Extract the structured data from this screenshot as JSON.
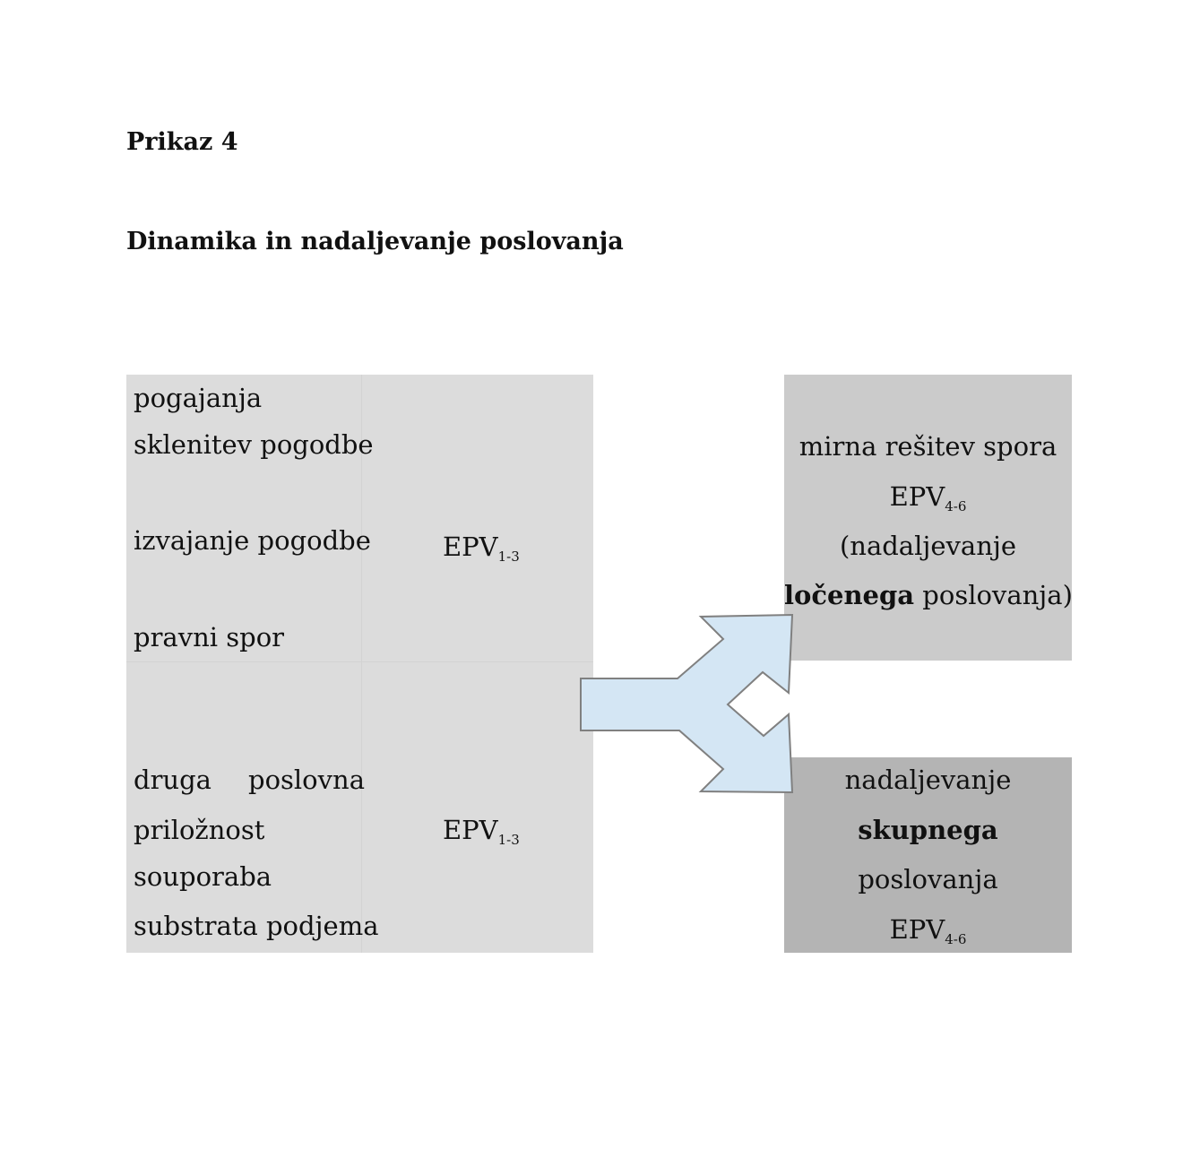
{
  "figure": {
    "label": "Prikaz 4",
    "title": "Dinamika in nadaljevanje poslovanja"
  },
  "left_table": {
    "upper": {
      "lines": [
        "pogajanja",
        "sklenitev pogodbe",
        "izvajanje pogodbe",
        "pravni spor"
      ],
      "epv_base": "EPV",
      "epv_sub": "1-3"
    },
    "lower": {
      "line1_word1": "druga",
      "line1_word2": "poslovna",
      "lines": [
        "priložnost",
        "souporaba",
        "substrata podjema"
      ],
      "epv_base": "EPV",
      "epv_sub": "1-3"
    }
  },
  "outcome_top": {
    "line1": "mirna rešitev spora",
    "epv_base": "EPV",
    "epv_sub": "4-6",
    "line3": "(nadaljevanje",
    "line4_bold": "ločenega",
    "line4_rest": " poslovanja)"
  },
  "outcome_bottom": {
    "line1": "nadaljevanje",
    "line2_bold": "skupnega",
    "line3": "poslovanja",
    "epv_base": "EPV",
    "epv_sub": "4-6"
  },
  "colors": {
    "left_table_bg": "#dcdcdc",
    "top_box_bg": "#cbcbcb",
    "bottom_box_bg": "#b4b4b4",
    "arrow_fill": "#d4e6f4",
    "arrow_stroke": "#808080"
  }
}
